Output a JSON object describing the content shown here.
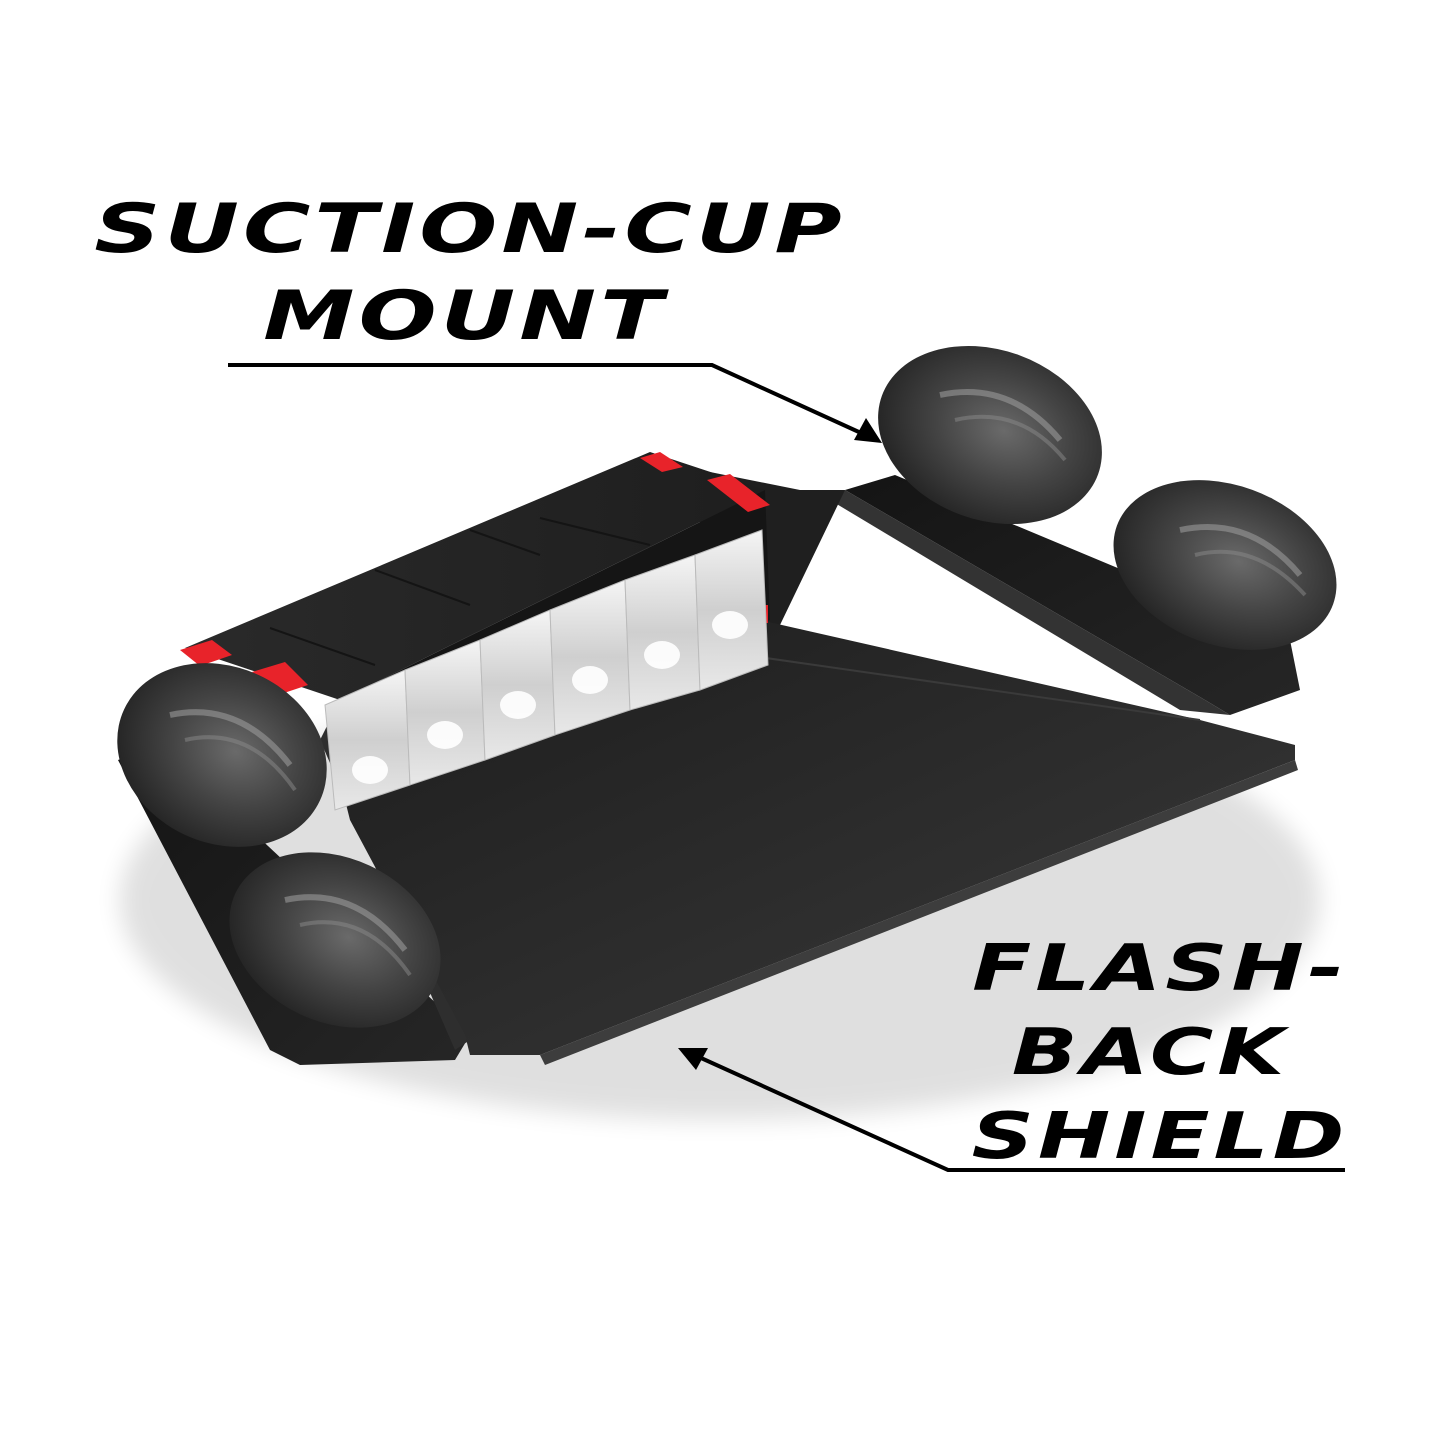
{
  "callouts": {
    "suction_cup": {
      "line1": "SUCTION-CUP",
      "line2": "MOUNT"
    },
    "flash_back": {
      "line1": "FLASH-",
      "line2": "BACK",
      "line3": "SHIELD"
    }
  },
  "product": {
    "led_module_count": 6,
    "suction_cup_count": 4,
    "colors": {
      "body": "#1e1e1e",
      "shield": "#2b2b2b",
      "accent": "#e8232a",
      "lens": "#e6e6e6",
      "cup": "#3c3c3c"
    }
  }
}
